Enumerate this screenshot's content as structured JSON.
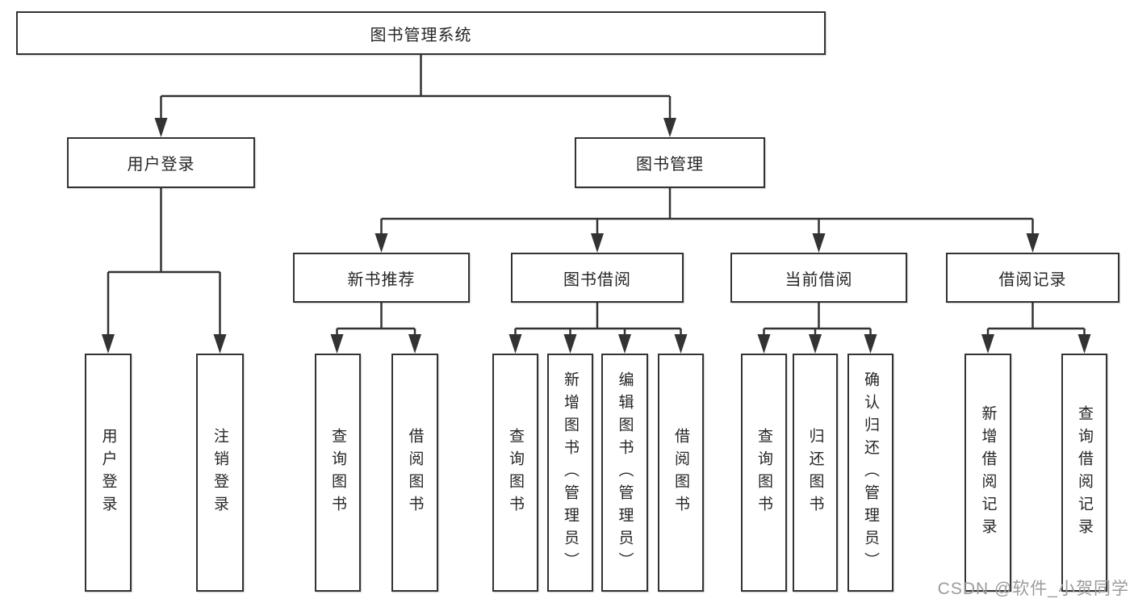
{
  "tree": {
    "root": {
      "label": "图书管理系统",
      "children": [
        {
          "label": "用户登录",
          "children": [
            {
              "label": "用户登录"
            },
            {
              "label": "注销登录"
            }
          ]
        },
        {
          "label": "图书管理",
          "children": [
            {
              "label": "新书推荐",
              "children": [
                {
                  "label": "查询图书"
                },
                {
                  "label": "借阅图书"
                }
              ]
            },
            {
              "label": "图书借阅",
              "children": [
                {
                  "label": "查询图书"
                },
                {
                  "label": "新增图书（管理员）"
                },
                {
                  "label": "编辑图书（管理员）"
                },
                {
                  "label": "借阅图书"
                }
              ]
            },
            {
              "label": "当前借阅",
              "children": [
                {
                  "label": "查询图书"
                },
                {
                  "label": "归还图书"
                },
                {
                  "label": "确认归还（管理员）"
                }
              ]
            },
            {
              "label": "借阅记录",
              "children": [
                {
                  "label": "新增借阅记录"
                },
                {
                  "label": "查询借阅记录"
                }
              ]
            }
          ]
        }
      ]
    }
  },
  "watermark": {
    "text": "CSDN @软件_小贺同学"
  },
  "colors": {
    "line": "#333333",
    "box_border": "#333333",
    "box_background": "#ffffff",
    "text": "#262626",
    "watermark": "#9b9b9b"
  }
}
